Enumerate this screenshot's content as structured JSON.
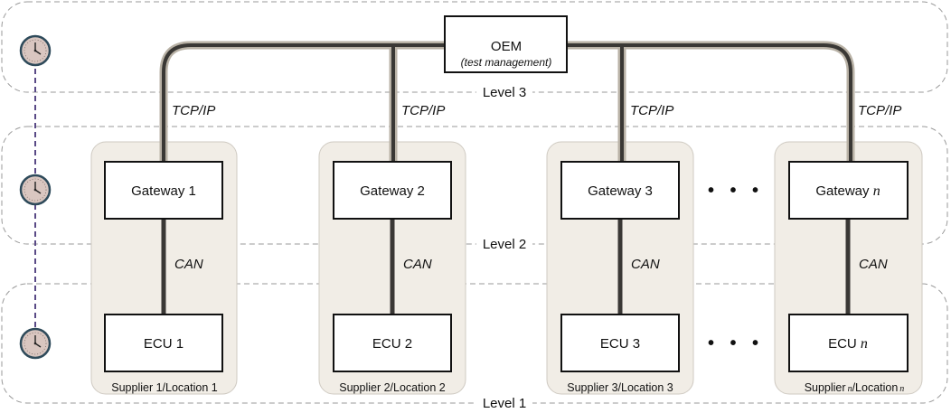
{
  "oem": {
    "title": "OEM",
    "subtitle": "(test management)"
  },
  "levels": [
    "Level 3",
    "Level 2",
    "Level 1"
  ],
  "protocols": {
    "top": "TCP/IP",
    "bottom": "CAN"
  },
  "columns": [
    {
      "gateway": "Gateway 1",
      "ecu": "ECU 1",
      "supplier": "Supplier 1/Location 1"
    },
    {
      "gateway": "Gateway 2",
      "ecu": "ECU 2",
      "supplier": "Supplier 2/Location 2"
    },
    {
      "gateway": "Gateway 3",
      "ecu": "ECU 3",
      "supplier": "Supplier 3/Location 3"
    },
    {
      "gateway": "Gateway",
      "gateway_var": "n",
      "ecu": "ECU",
      "ecu_var": "n",
      "supplier": "Supplier",
      "supplier_var": "n",
      "supplier_mid": "/Location"
    }
  ],
  "ellipsis": "• • •",
  "clock_icons": [
    "clock-icon",
    "clock-icon",
    "clock-icon"
  ],
  "colors": {
    "group_fill": "#f1ede6",
    "group_stroke": "#cfcac2",
    "bus": "#3a3835",
    "bus_highlight": "#b9b2a6",
    "clock_fill": "#d9c6c0",
    "timeline": "#5a4a86"
  }
}
